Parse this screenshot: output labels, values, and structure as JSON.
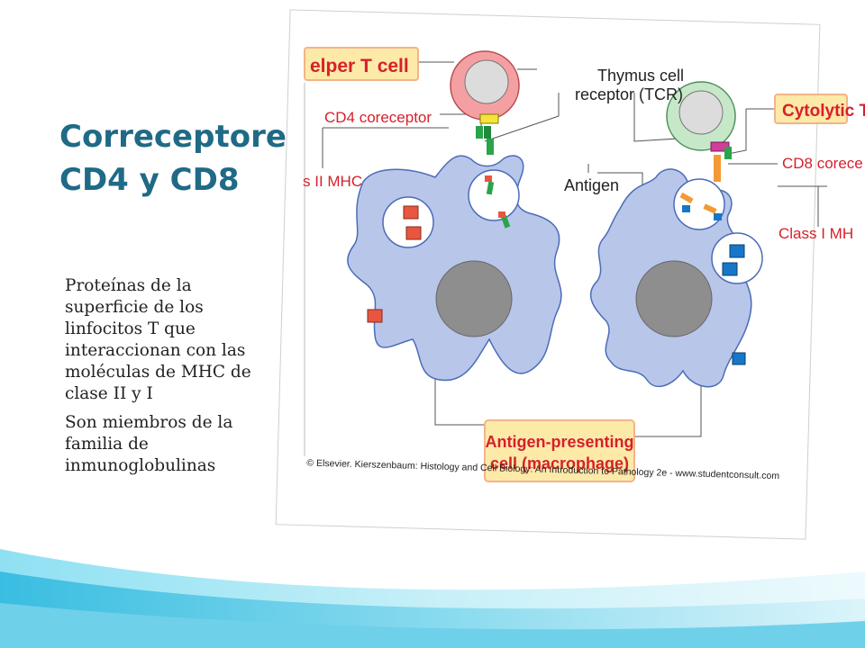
{
  "slide": {
    "title": "Correceptores CD4 y CD8",
    "body": [
      "Proteínas de la superficie de los linfocitos T que interaccionan con las moléculas de MHC de clase II y I",
      "Son miembros de la familia de inmunoglobulinas"
    ]
  },
  "figure": {
    "labels": {
      "helper_t_cell": "elper T cell",
      "cytolytic_t": "Cytolytic T",
      "thymus_receptor_line1": "Thymus cell",
      "thymus_receptor_line2": "receptor (TCR)",
      "cd4_coreceptor": "CD4 coreceptor",
      "cd8_coreceptor": "CD8 corece",
      "class_ii_mhc": "s II MHC",
      "class_i_mhc": "Class I MH",
      "antigen": "Antigen",
      "apc_line1": "Antigen-presenting",
      "apc_line2": "cell (macrophage)",
      "credit": "© Elsevier. Kierszenbaum: Histology and Cell Biology: An Introduction to Pathology 2e - www.studentconsult.com"
    },
    "colors": {
      "label_red": "#d6202a",
      "label_box_fill": "#fde9a8",
      "label_box_stroke": "#f2b489",
      "apc_fill": "#b8c6ea",
      "nucleus": "#8e8e8e",
      "helper_cell": "#f4a0a2",
      "cytolytic_cell": "#c6e8c8",
      "mhc_ii_antigen": "#e8563f",
      "mhc_i_antigen": "#1677c8",
      "cd4_yellow": "#f6e33a",
      "cd8_magenta": "#d33b9c",
      "tcr_green": "#2aa44a",
      "tcr_orange": "#f39a35"
    }
  }
}
